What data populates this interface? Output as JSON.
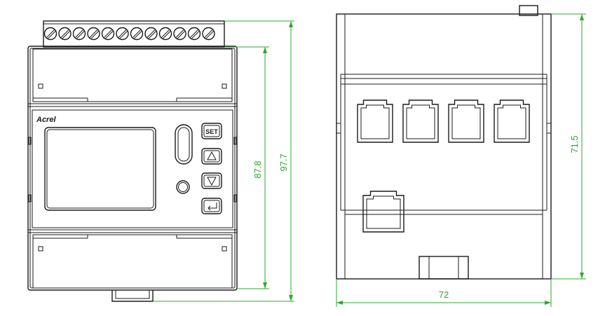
{
  "front_view": {
    "brand": "Acrel",
    "buttons": {
      "set": "SET"
    },
    "dimensions": {
      "inner_height": "87.8",
      "total_height": "97.7"
    }
  },
  "side_view": {
    "dimensions": {
      "height": "71.5",
      "width": "72"
    }
  },
  "colors": {
    "outline": "#1a1a1a",
    "dimension": "#2ea82e"
  }
}
